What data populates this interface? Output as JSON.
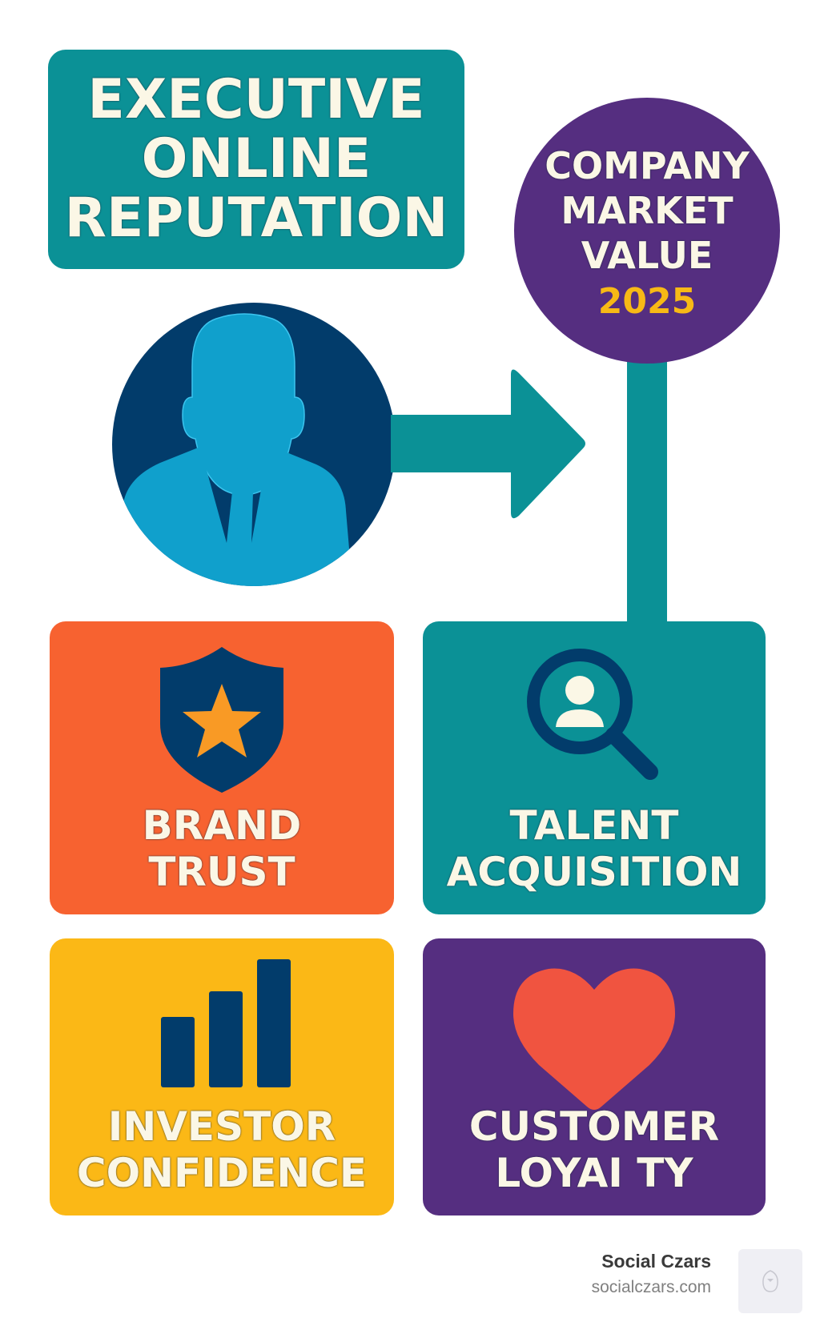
{
  "title": {
    "lines": [
      "EXECUTIVE",
      "ONLINE",
      "REPUTATION"
    ]
  },
  "market_value": {
    "lines": [
      "COMPANY",
      "MARKET",
      "VALUE"
    ],
    "year": "2025"
  },
  "executive": {
    "icon": "executive-person-icon"
  },
  "cards": [
    {
      "label_lines": [
        "BRAND",
        "TRUST"
      ],
      "icon": "shield-star-icon",
      "color": "#f76230"
    },
    {
      "label_lines": [
        "TALENT",
        "ACQUISITION"
      ],
      "icon": "magnifier-person-icon",
      "color": "#0b9196"
    },
    {
      "label_lines": [
        "INVESTOR",
        "CONFIDENCE"
      ],
      "icon": "bar-chart-icon",
      "color": "#fbb816"
    },
    {
      "label_lines": [
        "CUSTOMER",
        "LOYAI TY"
      ],
      "icon": "heart-icon",
      "color": "#552e80"
    }
  ],
  "footer": {
    "brand": "Social Czars",
    "url": "socialczars.com"
  },
  "colors": {
    "teal": "#0b9196",
    "purple": "#552e80",
    "navy": "#023c6b",
    "sky": "#10a0cc",
    "orange": "#f76230",
    "yellow": "#fbb816",
    "cream": "#fbf7e6",
    "heart": "#f05440"
  }
}
